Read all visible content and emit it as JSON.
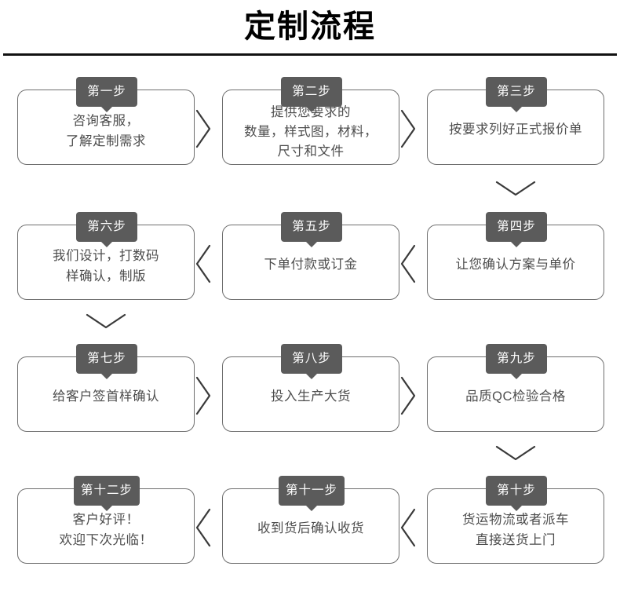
{
  "header": {
    "title": "定制流程"
  },
  "flow": {
    "steps": [
      {
        "tab": "第一步",
        "lines": [
          "咨询客服，",
          "了解定制需求"
        ]
      },
      {
        "tab": "第二步",
        "lines": [
          "提供您要求的",
          "数量，样式图，材料，",
          "尺寸和文件"
        ]
      },
      {
        "tab": "第三步",
        "lines": [
          "按要求列好正式报价单"
        ]
      },
      {
        "tab": "第四步",
        "lines": [
          "让您确认方案与单价"
        ]
      },
      {
        "tab": "第五步",
        "lines": [
          "下单付款或订金"
        ]
      },
      {
        "tab": "第六步",
        "lines": [
          "我们设计，打数码",
          "样确认，制版"
        ]
      },
      {
        "tab": "第七步",
        "lines": [
          "给客户签首样确认"
        ]
      },
      {
        "tab": "第八步",
        "lines": [
          "投入生产大货"
        ]
      },
      {
        "tab": "第九步",
        "lines": [
          "品质QC检验合格"
        ]
      },
      {
        "tab": "第十步",
        "lines": [
          "货运物流或者派车",
          "直接送货上门"
        ]
      },
      {
        "tab": "第十一步",
        "lines": [
          "收到货后确认收货"
        ]
      },
      {
        "tab": "第十二步",
        "lines": [
          "客户好评！",
          "欢迎下次光临！"
        ]
      }
    ],
    "connectors": [
      {
        "name": "connector-step1-to-step2",
        "direction": "right"
      },
      {
        "name": "connector-step2-to-step3",
        "direction": "right"
      },
      {
        "name": "connector-step3-to-step4",
        "direction": "down"
      },
      {
        "name": "connector-step4-to-step5",
        "direction": "left"
      },
      {
        "name": "connector-step5-to-step6",
        "direction": "left"
      },
      {
        "name": "connector-step6-to-step7",
        "direction": "down"
      },
      {
        "name": "connector-step7-to-step8",
        "direction": "right"
      },
      {
        "name": "connector-step8-to-step9",
        "direction": "right"
      },
      {
        "name": "connector-step9-to-step10",
        "direction": "down"
      },
      {
        "name": "connector-step10-to-step11",
        "direction": "left"
      },
      {
        "name": "connector-step11-to-step12",
        "direction": "left"
      }
    ]
  },
  "colors": {
    "tab_background": "#5b5b5b",
    "tab_text": "#ffffff",
    "box_border": "#6e6e6e",
    "box_text": "#4d4d4d",
    "arrow": "#3a3a3a",
    "title_text": "#000000",
    "rule": "#111111",
    "page_background": "#ffffff"
  }
}
